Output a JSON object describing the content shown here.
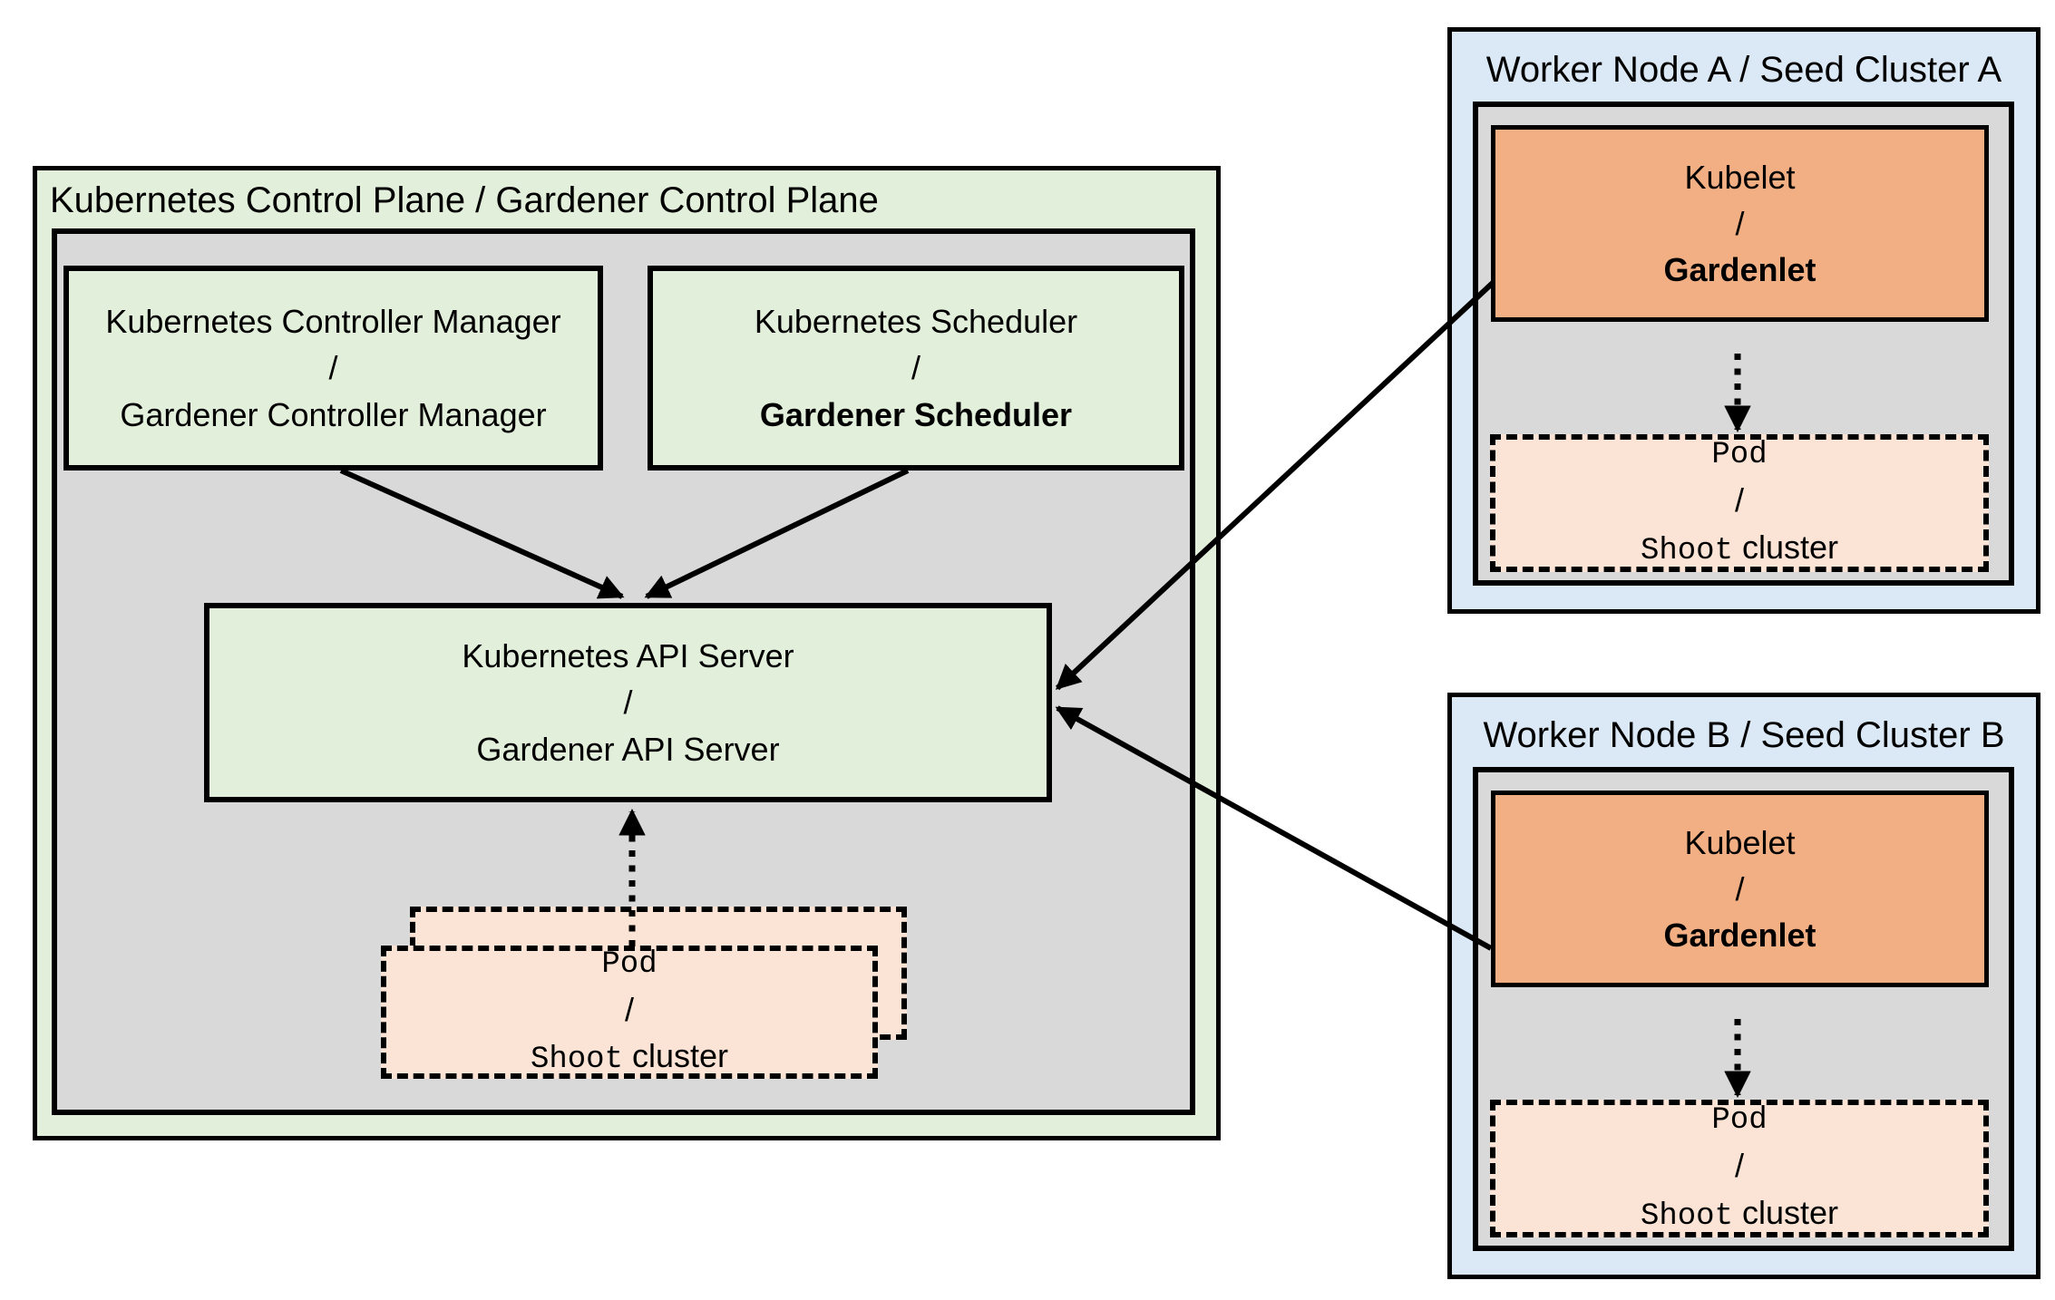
{
  "colors": {
    "background": "#ffffff",
    "light_green": "#e2efda",
    "gray_panel": "#d9d9d9",
    "orange": "#f2af84",
    "peach": "#fbe4d5",
    "light_blue": "#dbe8f6",
    "line_black": "#000000"
  },
  "control_plane": {
    "title": "Kubernetes Control Plane / Gardener Control Plane",
    "controller_manager": {
      "line1": "Kubernetes Controller Manager",
      "separator": "/",
      "line2": "Gardener Controller Manager"
    },
    "scheduler": {
      "line1": "Kubernetes Scheduler",
      "separator": "/",
      "line2": "Gardener Scheduler"
    },
    "api_server": {
      "line1": "Kubernetes API Server",
      "separator": "/",
      "line2": "Gardener API Server"
    },
    "pod": {
      "line1": "Pod",
      "separator": "/",
      "line3_mono": "Shoot",
      "line3_sans": "cluster"
    }
  },
  "workers": [
    {
      "title": "Worker Node A / Seed Cluster A",
      "kubelet": {
        "line1": "Kubelet",
        "separator": "/",
        "line2": "Gardenlet"
      },
      "pod": {
        "line1": "Pod",
        "separator": "/",
        "line3_mono": "Shoot",
        "line3_sans": "cluster"
      }
    },
    {
      "title": "Worker Node B / Seed Cluster B",
      "kubelet": {
        "line1": "Kubelet",
        "separator": "/",
        "line2": "Gardenlet"
      },
      "pod": {
        "line1": "Pod",
        "separator": "/",
        "line3_mono": "Shoot",
        "line3_sans": "cluster"
      }
    }
  ]
}
